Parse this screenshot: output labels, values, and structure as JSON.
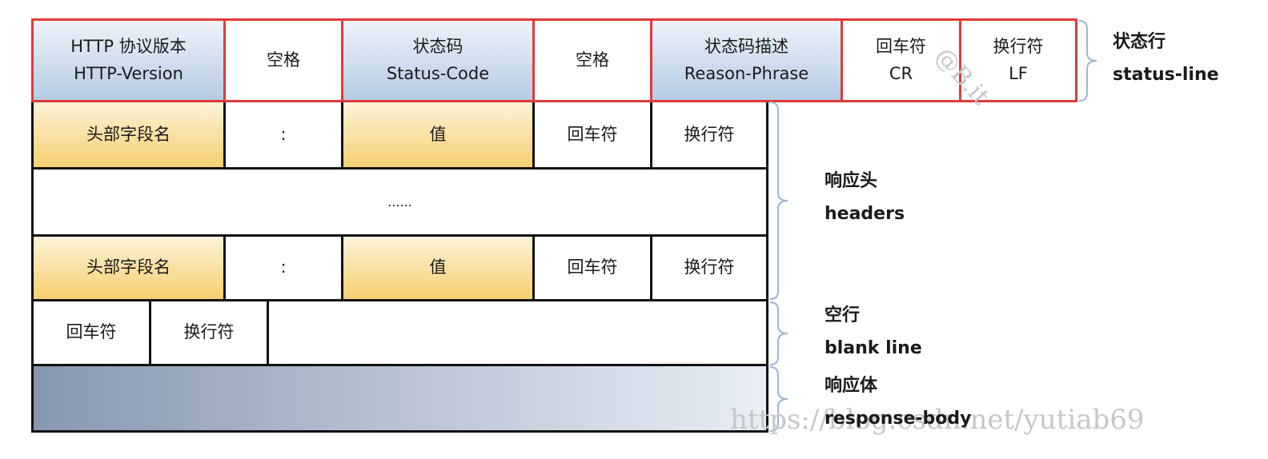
{
  "status_line": {
    "cells": [
      {
        "line1": "HTTP 协议版本",
        "line2": "HTTP-Version",
        "style": "blue"
      },
      {
        "line1": "空格",
        "line2": "",
        "style": "white"
      },
      {
        "line1": "状态码",
        "line2": "Status-Code",
        "style": "blue"
      },
      {
        "line1": "空格",
        "line2": "",
        "style": "white"
      },
      {
        "line1": "状态码描述",
        "line2": "Reason-Phrase",
        "style": "blue"
      },
      {
        "line1": "回车符",
        "line2": "CR",
        "style": "white"
      },
      {
        "line1": "换行符",
        "line2": "LF",
        "style": "white"
      }
    ],
    "label_cn": "状态行",
    "label_en": "status-line"
  },
  "headers": {
    "row1": [
      "头部字段名",
      ":",
      "值",
      "回车符",
      "换行符"
    ],
    "ellipsis": "......",
    "row2": [
      "头部字段名",
      ":",
      "值",
      "回车符",
      "换行符"
    ],
    "label_cn": "响应头",
    "label_en": "headers"
  },
  "blank_line": {
    "cells": [
      "回车符",
      "换行符"
    ],
    "label_cn": "空行",
    "label_en": "blank line"
  },
  "body": {
    "label_cn": "响应体",
    "label_en": "response-body"
  },
  "watermark": {
    "diag": "@B.it",
    "url": "https://blog.csdn.net/yutiab69"
  },
  "colors": {
    "border": "#111111",
    "status_border": "#e03a3a",
    "blue_top": "#edf3fa",
    "blue_bottom": "#b6cbe2",
    "gold_top": "#fdf3d8",
    "gold_bottom": "#f6cf70",
    "body_left": "#8797b0",
    "body_right": "#e9eef6",
    "brace": "#9cb6d6"
  }
}
